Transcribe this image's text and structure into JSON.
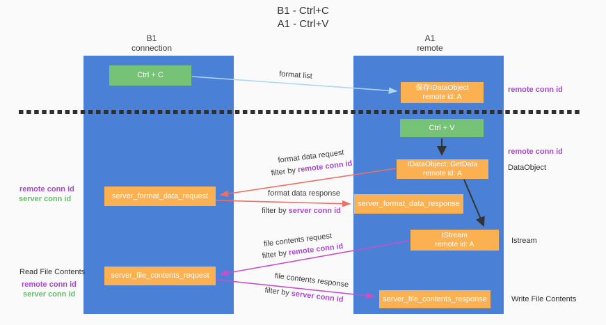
{
  "title": {
    "line1": "B1 - Ctrl+C",
    "line2": "A1 - Ctrl+V"
  },
  "lanes": {
    "left": {
      "name": "B1",
      "role": "connection"
    },
    "right": {
      "name": "A1",
      "role": "remote"
    }
  },
  "nodes": {
    "ctrl_c": {
      "label": "Ctrl + C"
    },
    "ctrl_v": {
      "label": "Ctrl + V"
    },
    "save_idataobject": {
      "line1": "保存IDataObject",
      "line2": "remote id: A"
    },
    "idataobject_getdata": {
      "line1": "IDataObject::GetData",
      "line2": "remote id: A"
    },
    "istream": {
      "line1": "IStream",
      "line2": "remote id: A"
    },
    "server_format_data_request": {
      "label": "server_format_data_request"
    },
    "server_format_data_response": {
      "label": "server_format_data_response"
    },
    "server_file_contents_request": {
      "label": "server_file_contents_request"
    },
    "server_file_contents_response": {
      "label": "server_file_contents_response"
    }
  },
  "flow_labels": {
    "format_list": "format list",
    "format_data_request": "format data request",
    "format_data_response": "format data response",
    "file_contents_request": "file contents request",
    "file_contents_response": "file contents response",
    "filter_by_prefix": "filter by ",
    "remote_conn_id": "remote conn id",
    "server_conn_id": "server conn id"
  },
  "side_labels": {
    "remote_conn_id": "remote conn id",
    "server_conn_id": "server conn id",
    "read_file_contents": "Read File Contents",
    "write_file_contents": "Write File Contents",
    "dataobject": "DataObject",
    "istream": "Istream"
  },
  "colors": {
    "lane_blue": "#4a80d5",
    "node_orange": "#fbb052",
    "node_green": "#76c277",
    "arrow_red": "#ec7063",
    "arrow_magenta": "#c94fc9",
    "arrow_blue": "#aed6f1",
    "arrow_black": "#333333",
    "text_purple": "#a74ac7",
    "text_green": "#66bb6a",
    "dashed_line": "#2f2f2f",
    "background": "#fafafa"
  }
}
